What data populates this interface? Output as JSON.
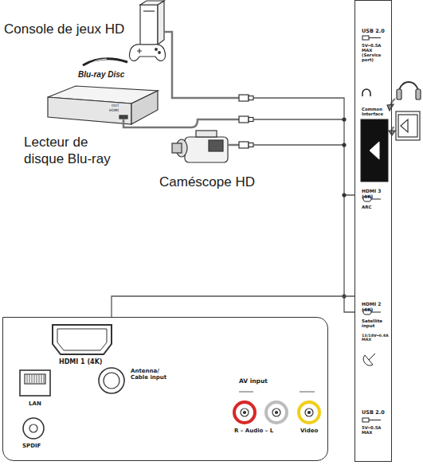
{
  "diagram": {
    "nodes": [
      {
        "text": [
          "USB 2.0",
          "5V━0.5A MAX (Service port)",
          "Common Interface",
          "HDMI 3 (4K)",
          "ARC",
          "HDMI 2 (4K)",
          "Satellite input",
          "13/18V━0.4A MAX",
          "USB 2.0",
          "5V━0.5A MAX"
        ]
      },
      {
        "text": [
          "HDMI 1 (4K)",
          "LAN",
          "Antenna/ Cable input",
          "AV input",
          "R – Audio – L",
          "Video",
          "SPDIF"
        ]
      }
    ],
    "edges": [
      {
        "from": 1,
        "to": 0,
        "arrow": "none"
      }
    ],
    "labels": [
      "Console de jeux HD",
      "Blu-ray Disc",
      "OUT",
      "HDMI",
      "Lecteur de disque Blu-ray",
      "Caméscope HD"
    ]
  }
}
